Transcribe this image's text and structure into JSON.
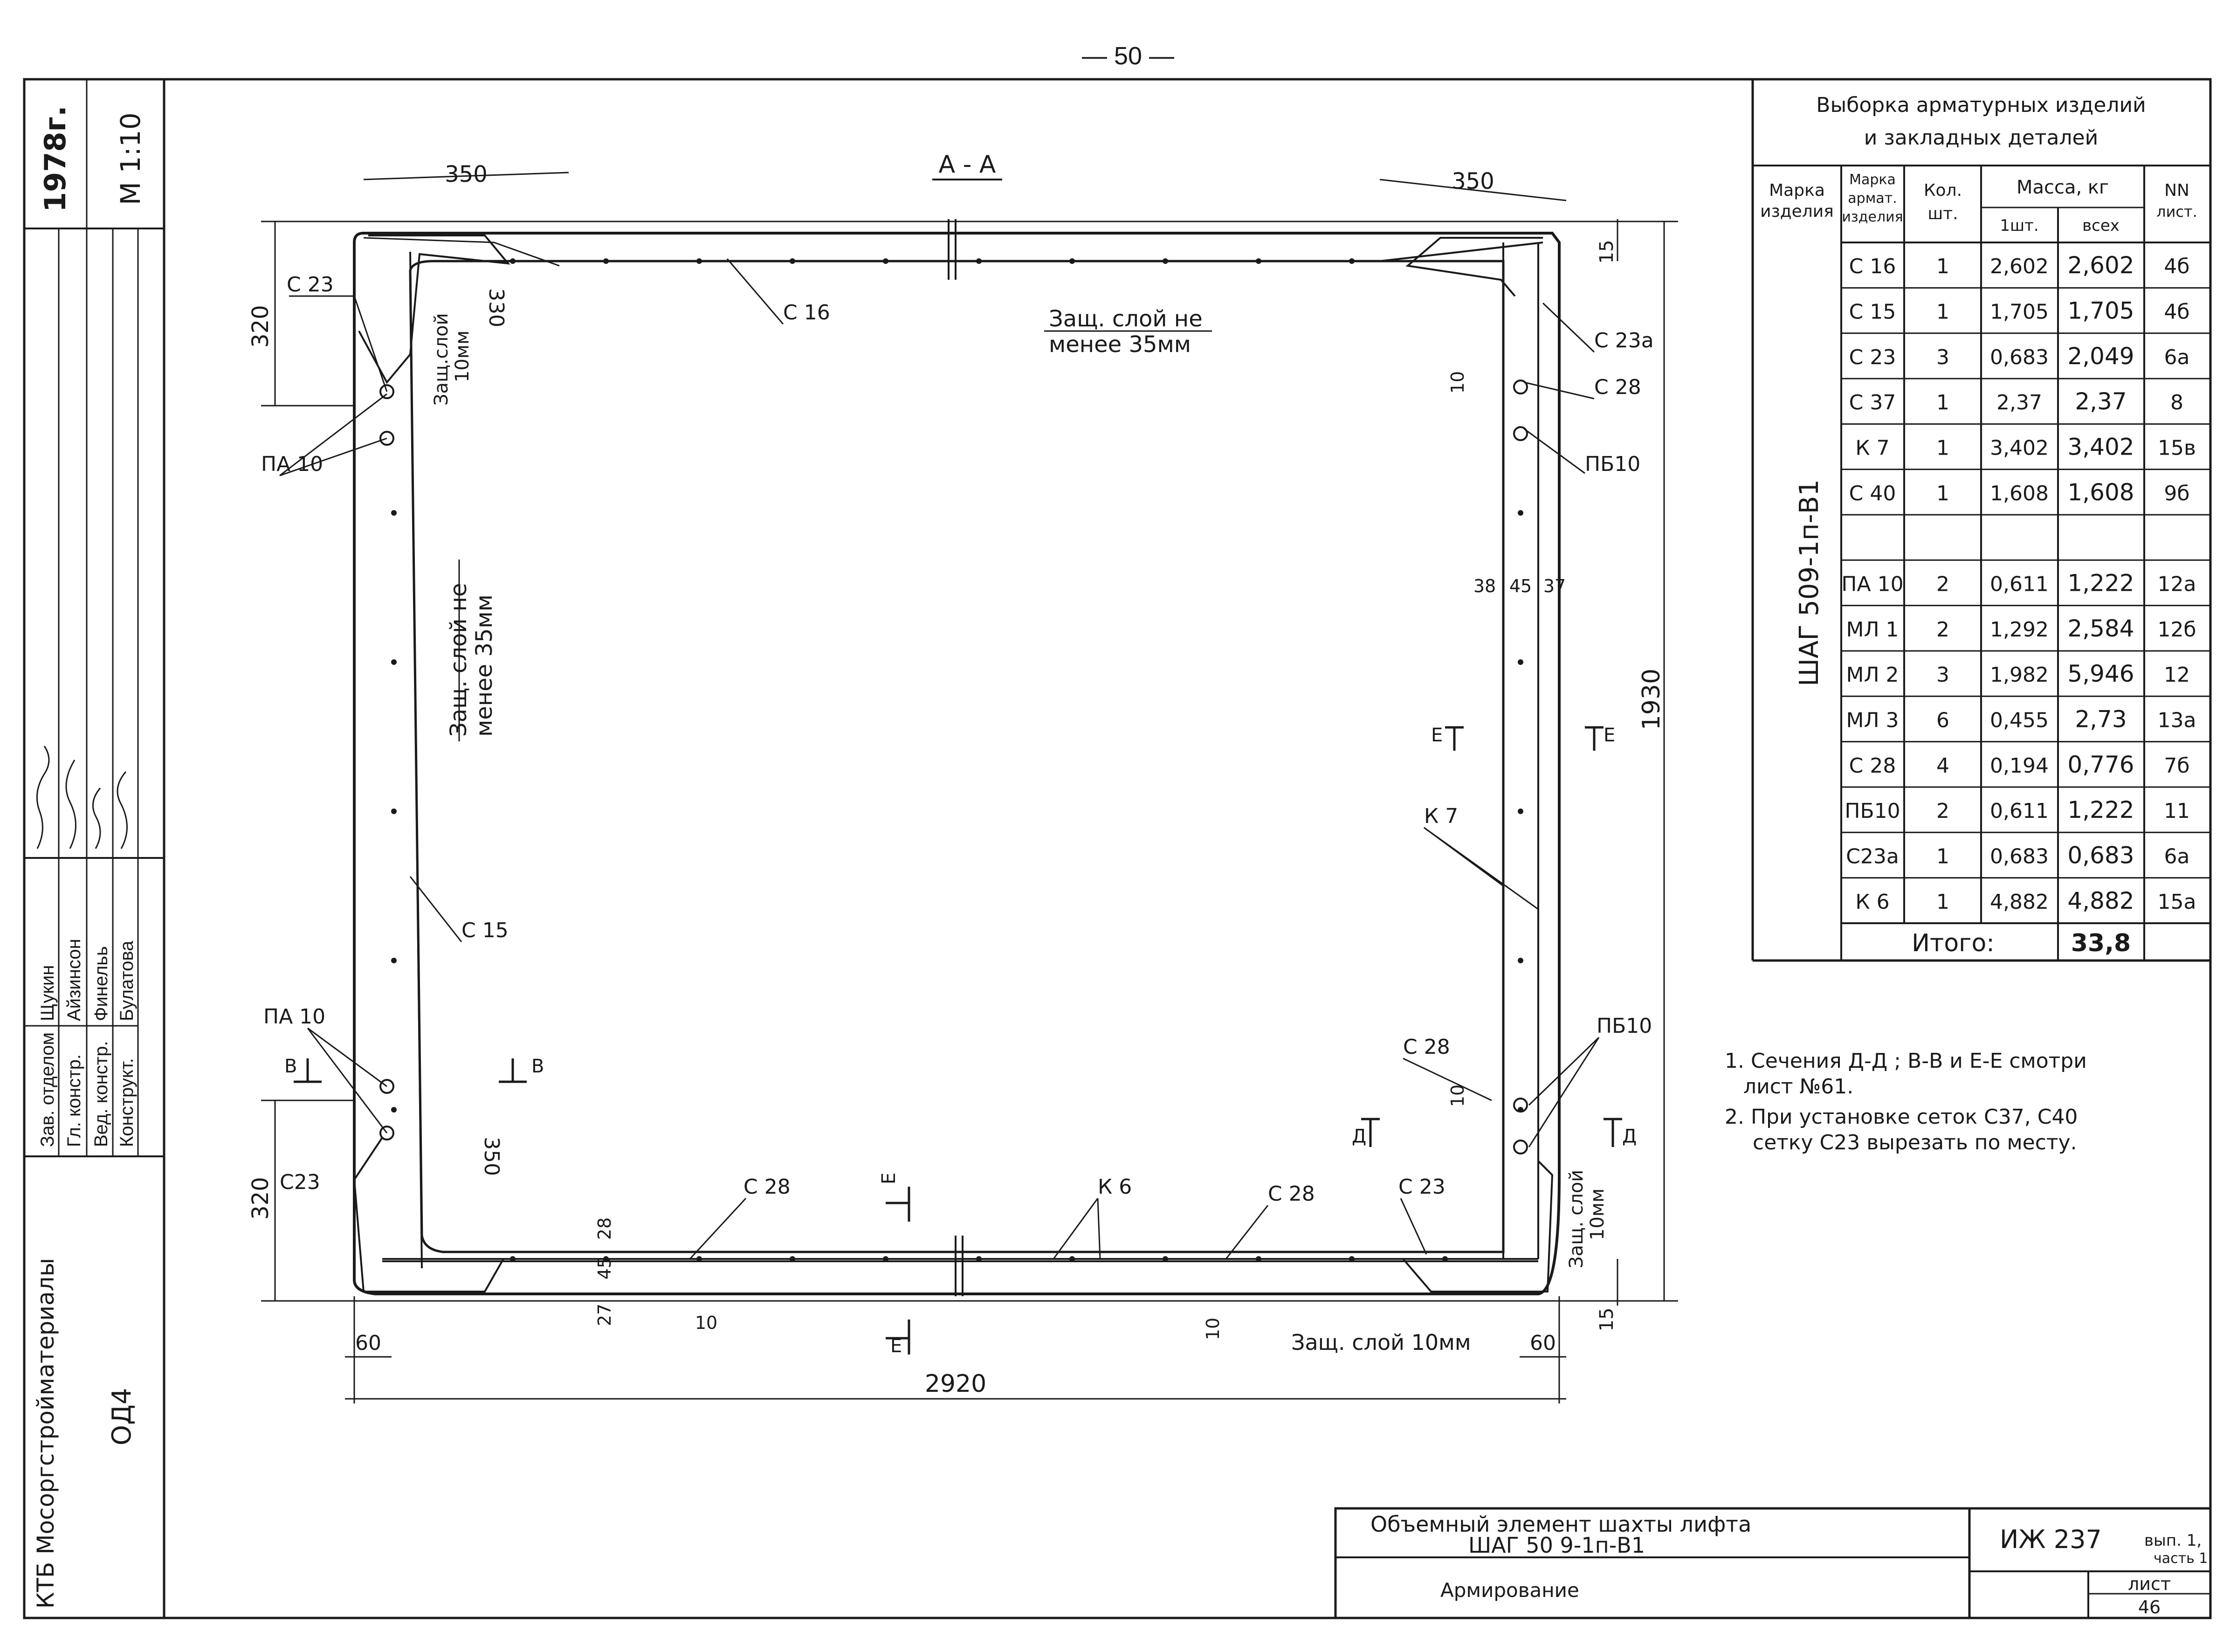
{
  "page_number": "— 50 —",
  "section_label": "А - А",
  "stamp": {
    "year": "1978г.",
    "scale": "М 1:10",
    "org": "КТБ Мосоргстройматериалы",
    "code": "ОД4",
    "roles": [
      "Зав. отделом",
      "Гл. констр.",
      "Вед. констр.",
      "Конструкт."
    ],
    "names": [
      "Щукин",
      "Айзинсон",
      "Финельь",
      "Булатова"
    ]
  },
  "dims": {
    "top_left_350": "350",
    "top_right_350": "350",
    "v320_top": "320",
    "v320_bottom": "320",
    "v330": "330",
    "v350_bottom": "350",
    "v1930": "1930",
    "h2920": "2920",
    "h60_left": "60",
    "h60_right": "60",
    "v15_top": "15",
    "v15_bottom": "15",
    "r38": "38",
    "r45": "45",
    "r37": "37",
    "b28": "28",
    "b45": "45",
    "b27": "27",
    "b10a": "10",
    "b10b": "10",
    "r10a": "10",
    "r10b": "10"
  },
  "notes_cover": {
    "top_1": "Защ. слой не",
    "top_2": "менее 35мм",
    "left_1": "Защ. слой не",
    "left_2": "менее 35мм",
    "tl_1": "Защ.слой",
    "tl_2": "10мм",
    "br_1": "Защ. слой",
    "br_2": "10мм",
    "bottom": "Защ. слой 10мм"
  },
  "labels": {
    "c23_tl": "С 23",
    "c16": "С 16",
    "c23a": "С 23а",
    "c28_tr": "С 28",
    "pb10_r": "ПБ10",
    "pa10_l": "ПА 10",
    "k7": "К 7",
    "c15": "С 15",
    "pa10_bl": "ПА 10",
    "c28_br": "С 28",
    "pb10_br": "ПБ10",
    "c23_bl": "С23",
    "c28_b1": "С 28",
    "k6": "К 6",
    "c28_b2": "С 28",
    "c23_br": "С 23",
    "sec_b_l": "В",
    "sec_b_r": "В",
    "sec_d_l": "Д",
    "sec_d_r": "Д",
    "sec_e_l": "Е",
    "sec_e_r": "Е",
    "sec_e_top": "Е",
    "sec_e_bot": "Е"
  },
  "table": {
    "title_1": "Выборка арматурных изделий",
    "title_2": "и закладных деталей",
    "headers": {
      "marka": [
        "Марка",
        "изделия"
      ],
      "marka_arm": [
        "Марка",
        "армат.",
        "изделия"
      ],
      "kol": [
        "Кол.",
        "шт."
      ],
      "massa": "Масса, кг",
      "one": "1шт.",
      "all": "всех",
      "list": [
        "NN",
        "лист."
      ]
    },
    "product": "ШАГ 509-1п-В1",
    "rows": [
      [
        "С 16",
        "1",
        "2,602",
        "2,602",
        "4б"
      ],
      [
        "С 15",
        "1",
        "1,705",
        "1,705",
        "4б"
      ],
      [
        "С 23",
        "3",
        "0,683",
        "2,049",
        "6а"
      ],
      [
        "С 37",
        "1",
        "2,37",
        "2,37",
        "8"
      ],
      [
        "К 7",
        "1",
        "3,402",
        "3,402",
        "15в"
      ],
      [
        "С 40",
        "1",
        "1,608",
        "1,608",
        "9б"
      ],
      [
        "",
        "",
        "",
        "",
        ""
      ],
      [
        "ПА 10",
        "2",
        "0,611",
        "1,222",
        "12а"
      ],
      [
        "МЛ 1",
        "2",
        "1,292",
        "2,584",
        "12б"
      ],
      [
        "МЛ 2",
        "3",
        "1,982",
        "5,946",
        "12"
      ],
      [
        "МЛ 3",
        "6",
        "0,455",
        "2,73",
        "13а"
      ],
      [
        "С 28",
        "4",
        "0,194",
        "0,776",
        "7б"
      ],
      [
        "ПБ10",
        "2",
        "0,611",
        "1,222",
        "11"
      ],
      [
        "С23а",
        "1",
        "0,683",
        "0,683",
        "6а"
      ],
      [
        "К 6",
        "1",
        "4,882",
        "4,882",
        "15а"
      ]
    ],
    "total_label": "Итого:",
    "total_value": "33,8"
  },
  "footnotes": [
    "1. Сечения Д-Д ; В-В и Е-Е смотри",
    "лист №61.",
    "2. При установке сеток С37, С40",
    "сетку С23 вырезать по месту."
  ],
  "title_block": {
    "name_1": "Объемный элемент   шахты   лифта",
    "name_2": "ШАГ 50 9-1п-В1",
    "sub": "Армирование",
    "doc_code": "ИЖ 237",
    "doc_issue_1": "вып. 1,",
    "doc_issue_2": "часть 1",
    "sheet_label": "лист",
    "sheet_no": "46"
  }
}
